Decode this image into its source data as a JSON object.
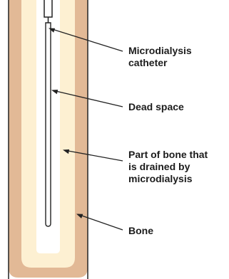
{
  "labels": {
    "catheter": "Microdialysis\ncatheter",
    "dead_space": "Dead space",
    "drained_bone": "Part of bone that\nis drained by\nmicrodialysis",
    "bone": "Bone"
  },
  "colors": {
    "bone": "#e2b996",
    "drained_zone": "#fdf0d2",
    "dead_space": "#ffffff",
    "outline": "#222222",
    "text": "#1c1c1c"
  }
}
